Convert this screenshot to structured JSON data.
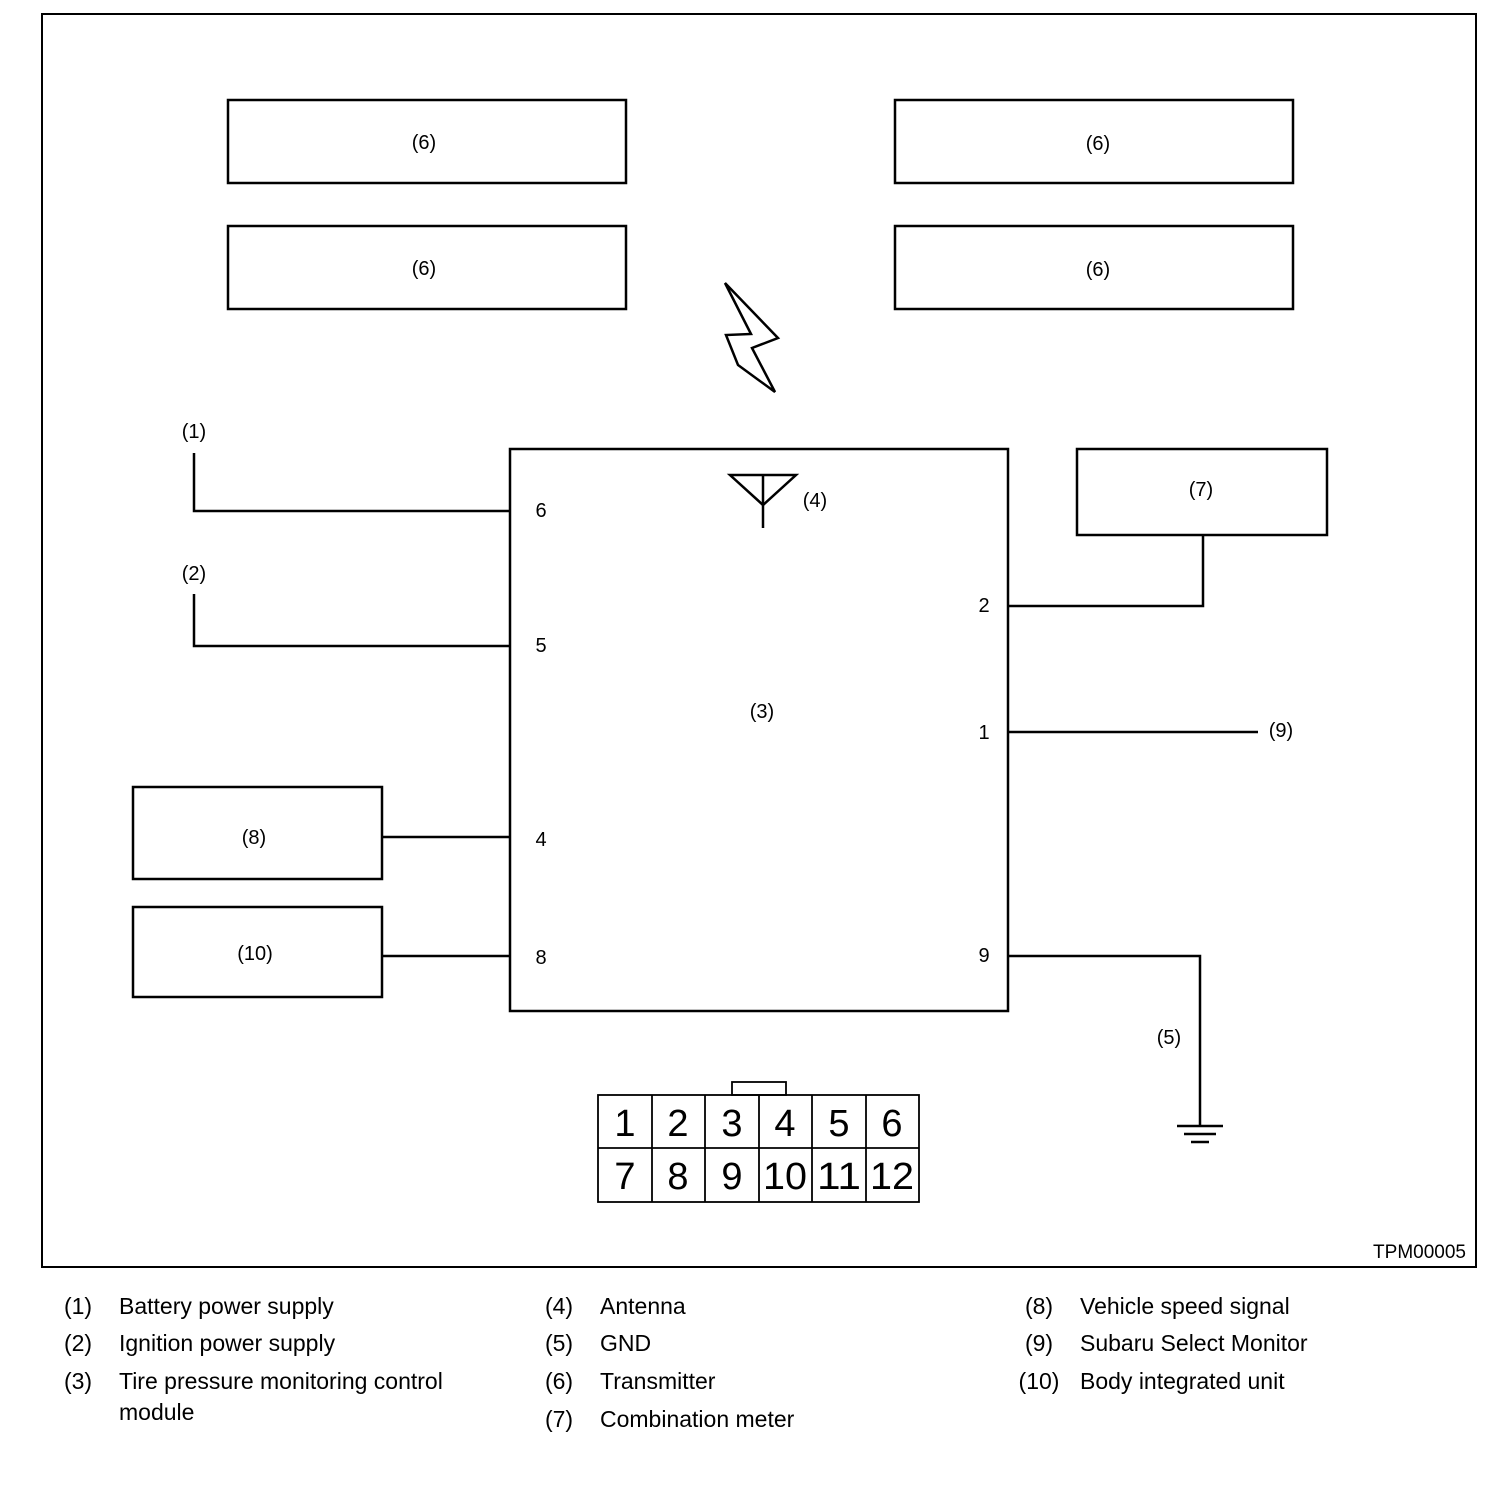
{
  "diagram": {
    "code": "TPM00005",
    "labels": {
      "battery": "(1)",
      "ignition": "(2)",
      "module": "(3)",
      "antenna": "(4)",
      "gnd": "(5)",
      "transmitter": "(6)",
      "meter": "(7)",
      "speed": "(8)",
      "monitor": "(9)",
      "body_unit": "(10)"
    },
    "pins": {
      "p6": "6",
      "p5": "5",
      "p4": "4",
      "p8": "8",
      "p2": "2",
      "p1": "1",
      "p9": "9"
    },
    "connector": {
      "row1": [
        "1",
        "2",
        "3",
        "4",
        "5",
        "6"
      ],
      "row2": [
        "7",
        "8",
        "9",
        "10",
        "11",
        "12"
      ]
    }
  },
  "legend": [
    {
      "num": "(1)",
      "text": "Battery power supply"
    },
    {
      "num": "(2)",
      "text": "Ignition power supply"
    },
    {
      "num": "(3)",
      "text": "Tire pressure monitoring control module"
    },
    {
      "num": "(4)",
      "text": "Antenna"
    },
    {
      "num": "(5)",
      "text": "GND"
    },
    {
      "num": "(6)",
      "text": "Transmitter"
    },
    {
      "num": "(7)",
      "text": "Combination meter"
    },
    {
      "num": "(8)",
      "text": "Vehicle speed signal"
    },
    {
      "num": "(9)",
      "text": "Subaru Select Monitor"
    },
    {
      "num": "(10)",
      "text": "Body integrated unit"
    }
  ]
}
